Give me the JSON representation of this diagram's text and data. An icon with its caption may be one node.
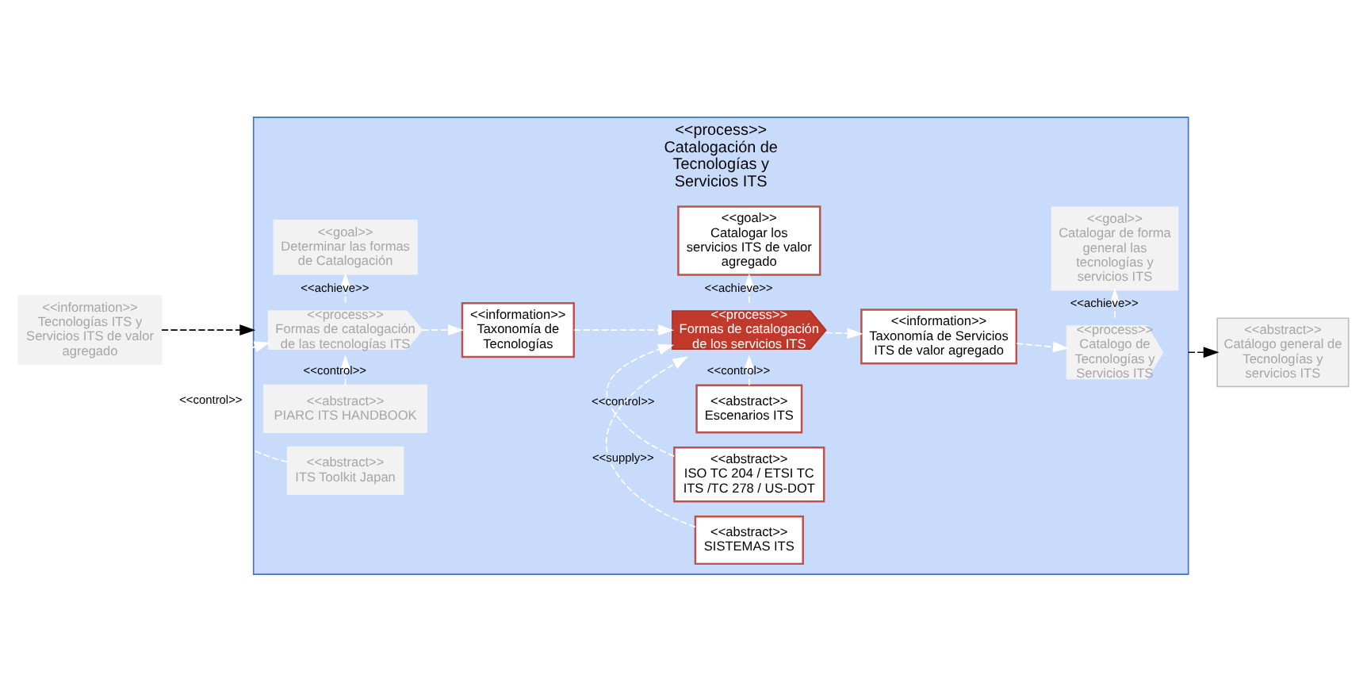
{
  "diagram": {
    "nodes": [
      {
        "text": [
          "<<process>>",
          "Catalogación de Tecnologías y Servicios ITS"
        ]
      },
      {
        "text": [
          "<<goal>>",
          "Determinar las formas de Catalogación"
        ],
        "in": 0
      },
      {
        "text": [
          "<<abstract>>",
          "PIARC ITS HANDBOOK"
        ],
        "in": 0
      },
      {
        "text": [
          "<<abstract>>",
          "ITS Toolkit Japan"
        ],
        "in": 0
      },
      {
        "text": [
          "<<goal>>",
          "Catalogar los servicios ITS de valor agregado"
        ],
        "in": 0
      },
      {
        "text": [
          "<<abstract>>",
          "Escenarios ITS"
        ],
        "in": 0
      },
      {
        "text": [
          "<<abstract>>",
          "ISO TC 204 / ETSI TC ITS /TC 278 / US-DOT"
        ],
        "in": 0
      },
      {
        "text": [
          "<<goal>>",
          "Catalogar de forma general las tecnologías y servicios ITS"
        ],
        "in": 0
      },
      {
        "text": [
          "<<information>>",
          "Tecnologías ITS y Servicios ITS de valor agregado"
        ]
      },
      {
        "text": [
          "<<process>>",
          "Formas de catalogación de las tecnologías ITS"
        ],
        "in": 0
      },
      {
        "text": [
          "<<information>>",
          "Taxonomía de Tecnologías"
        ],
        "in": 0
      },
      {
        "text": [
          "<<process>>",
          "Formas de catalogación de los servicios ITS"
        ],
        "in": 0
      },
      {
        "text": [
          "<<information>>",
          "Taxonomía de Servicios ITS de valor agregado"
        ],
        "in": 0
      },
      {
        "text": [
          "<<process>>",
          "Catalogo de Tecnologías y Servicios ITS"
        ],
        "in": 0
      },
      {
        "text": [
          "<<abstract>>",
          "Catálogo general de Tecnologías y servicios ITS"
        ]
      },
      {
        "text": [
          "<<abstract>>",
          "SISTEMAS ITS"
        ],
        "in": 0
      }
    ],
    "edges": [
      {
        "from": 8,
        "to": 0,
        "arrow": "to",
        "style": "dashed",
        "color": "#000000"
      },
      {
        "from": 9,
        "to": 1,
        "arrow": "to",
        "style": "dashed",
        "label": "<<achieve>>"
      },
      {
        "from": 2,
        "to": 9,
        "arrow": "to",
        "style": "dashed",
        "label": "<<control>>"
      },
      {
        "from": 3,
        "to": 9,
        "arrow": "to",
        "style": "dashed",
        "label": "<<control>>"
      },
      {
        "from": 11,
        "to": 4,
        "arrow": "to",
        "style": "dashed",
        "label": "<<achieve>>"
      },
      {
        "from": 5,
        "to": 11,
        "arrow": "to",
        "style": "dashed",
        "label": "<<control>>"
      },
      {
        "from": 6,
        "to": 11,
        "arrow": "to",
        "style": "dashed",
        "label": "<<control>>"
      },
      {
        "from": 13,
        "to": 7,
        "arrow": "to",
        "style": "dashed",
        "label": "<<achieve>>"
      },
      {
        "from": 9,
        "to": 10,
        "arrow": "to",
        "style": "dashed"
      },
      {
        "from": 10,
        "to": 11,
        "arrow": "to",
        "style": "dashed"
      },
      {
        "from": 11,
        "to": 12,
        "arrow": "to",
        "style": "dashed"
      },
      {
        "from": 12,
        "to": 13,
        "arrow": "to",
        "style": "dashed"
      },
      {
        "from": 15,
        "to": 11,
        "arrow": "to",
        "style": "dashed",
        "label": "<<supply>>"
      },
      {
        "from": 0,
        "to": 14,
        "arrow": "to",
        "style": "dashed",
        "color": "#000000"
      }
    ]
  }
}
